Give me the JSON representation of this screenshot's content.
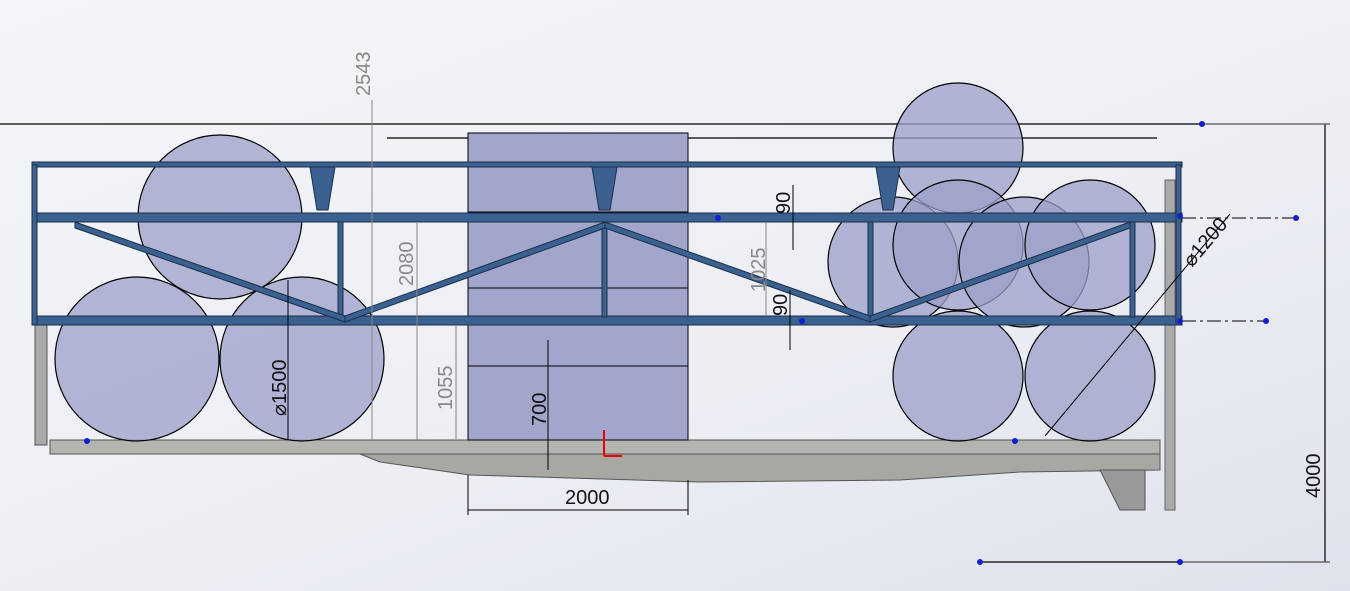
{
  "dimensions": {
    "height_top": "2543",
    "rack_height": "2080",
    "lower_deck": "1055",
    "box_base": "700",
    "box_width": "2000",
    "large_roll_dia": "⌀1500",
    "beam_top": "90",
    "beam_bottom": "90",
    "beam_spacing": "1025",
    "small_roll_dia": "⌀1200",
    "overall_height": "4000"
  },
  "colors": {
    "frame": "#3a6190",
    "roll": "#9c9fc8",
    "box": "#a3a6cc",
    "chassis": "#a9a9a6",
    "point": "#1020d0"
  }
}
